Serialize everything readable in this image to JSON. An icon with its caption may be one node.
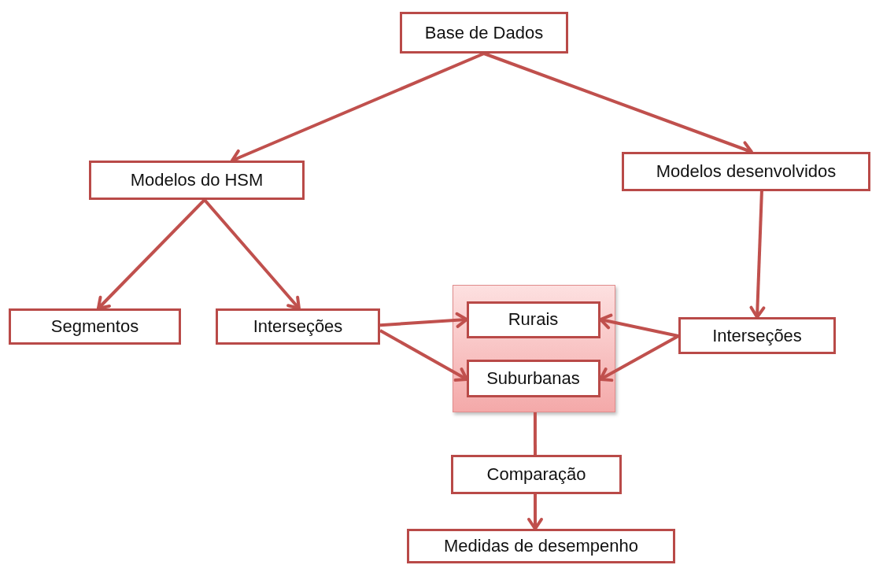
{
  "diagram": {
    "nodes": [
      {
        "text": [
          "Base de Dados"
        ]
      },
      {
        "text": [
          "Modelos do HSM"
        ]
      },
      {
        "text": [
          "Modelos desenvolvidos"
        ]
      },
      {
        "text": [
          "Segmentos"
        ]
      },
      {
        "text": [
          "Interseções"
        ]
      },
      {
        "text": [],
        "shape": "box"
      },
      {
        "text": [
          "Rurais"
        ],
        "in": 5
      },
      {
        "text": [
          "Suburbanas"
        ],
        "in": 5
      },
      {
        "text": [
          "Interseções"
        ]
      },
      {
        "text": [
          "Comparação"
        ]
      },
      {
        "text": [
          "Medidas de desempenho"
        ]
      }
    ],
    "edges": [
      {
        "from": 0,
        "to": 1,
        "arrow": "to"
      },
      {
        "from": 0,
        "to": 2,
        "arrow": "to"
      },
      {
        "from": 1,
        "to": 3,
        "arrow": "to"
      },
      {
        "from": 1,
        "to": 4,
        "arrow": "to"
      },
      {
        "from": 2,
        "to": 8,
        "arrow": "to"
      },
      {
        "from": 4,
        "to": 6,
        "arrow": "to"
      },
      {
        "from": 4,
        "to": 7,
        "arrow": "to"
      },
      {
        "from": 8,
        "to": 6,
        "arrow": "to"
      },
      {
        "from": 8,
        "to": 7,
        "arrow": "to"
      },
      {
        "from": 5,
        "to": 9,
        "arrow": "none"
      },
      {
        "from": 9,
        "to": 10,
        "arrow": "to"
      }
    ]
  }
}
